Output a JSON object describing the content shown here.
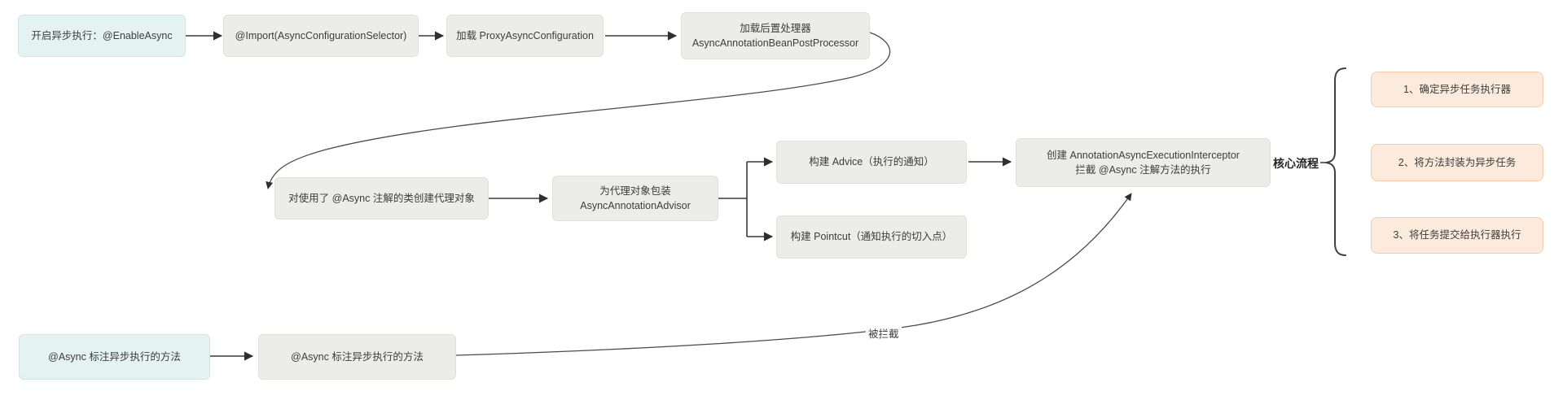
{
  "diagram": {
    "core_flow_label": "核心流程",
    "intercepted_label": "被拦截",
    "flow_nodes": {
      "enable_async": {
        "label": "开启异步执行：@EnableAsync"
      },
      "import_selector": {
        "label": "@Import(AsyncConfigurationSelector)"
      },
      "load_proxy_async_configuration": {
        "label": "加载 ProxyAsyncConfiguration"
      },
      "load_post_processor": {
        "line1": "加载后置处理器",
        "line2": "AsyncAnnotationBeanPostProcessor"
      },
      "create_proxy_object": {
        "label": "对使用了 @Async 注解的类创建代理对象"
      },
      "wrap_advisor": {
        "line1": "为代理对象包装",
        "line2": "AsyncAnnotationAdvisor"
      },
      "build_advice": {
        "label": "构建 Advice（执行的通知）"
      },
      "build_pointcut": {
        "label": "构建 Pointcut（通知执行的切入点）"
      },
      "create_interceptor": {
        "line1": "创建 AnnotationAsyncExecutionInterceptor",
        "line2": "拦截 @Async 注解方法的执行"
      },
      "async_method": {
        "label": "@Async 标注异步执行的方法"
      },
      "async_method_proxy": {
        "label": "@Async 标注异步执行的方法"
      }
    },
    "core_steps": [
      {
        "label": "1、确定异步任务执行器"
      },
      {
        "label": "2、将方法封装为异步任务"
      },
      {
        "label": "3、将任务提交给执行器执行"
      }
    ],
    "colors": {
      "highlight_box_bg": "#e4f2f2",
      "highlight_box_border": "#cfe6e5",
      "step_box_bg": "#ecede8",
      "step_box_border": "#dfe0da",
      "core_box_bg": "#fcebdc",
      "core_box_border": "#f8cba4",
      "line": "#3a3a3a",
      "text": "#3d3d3d"
    }
  }
}
